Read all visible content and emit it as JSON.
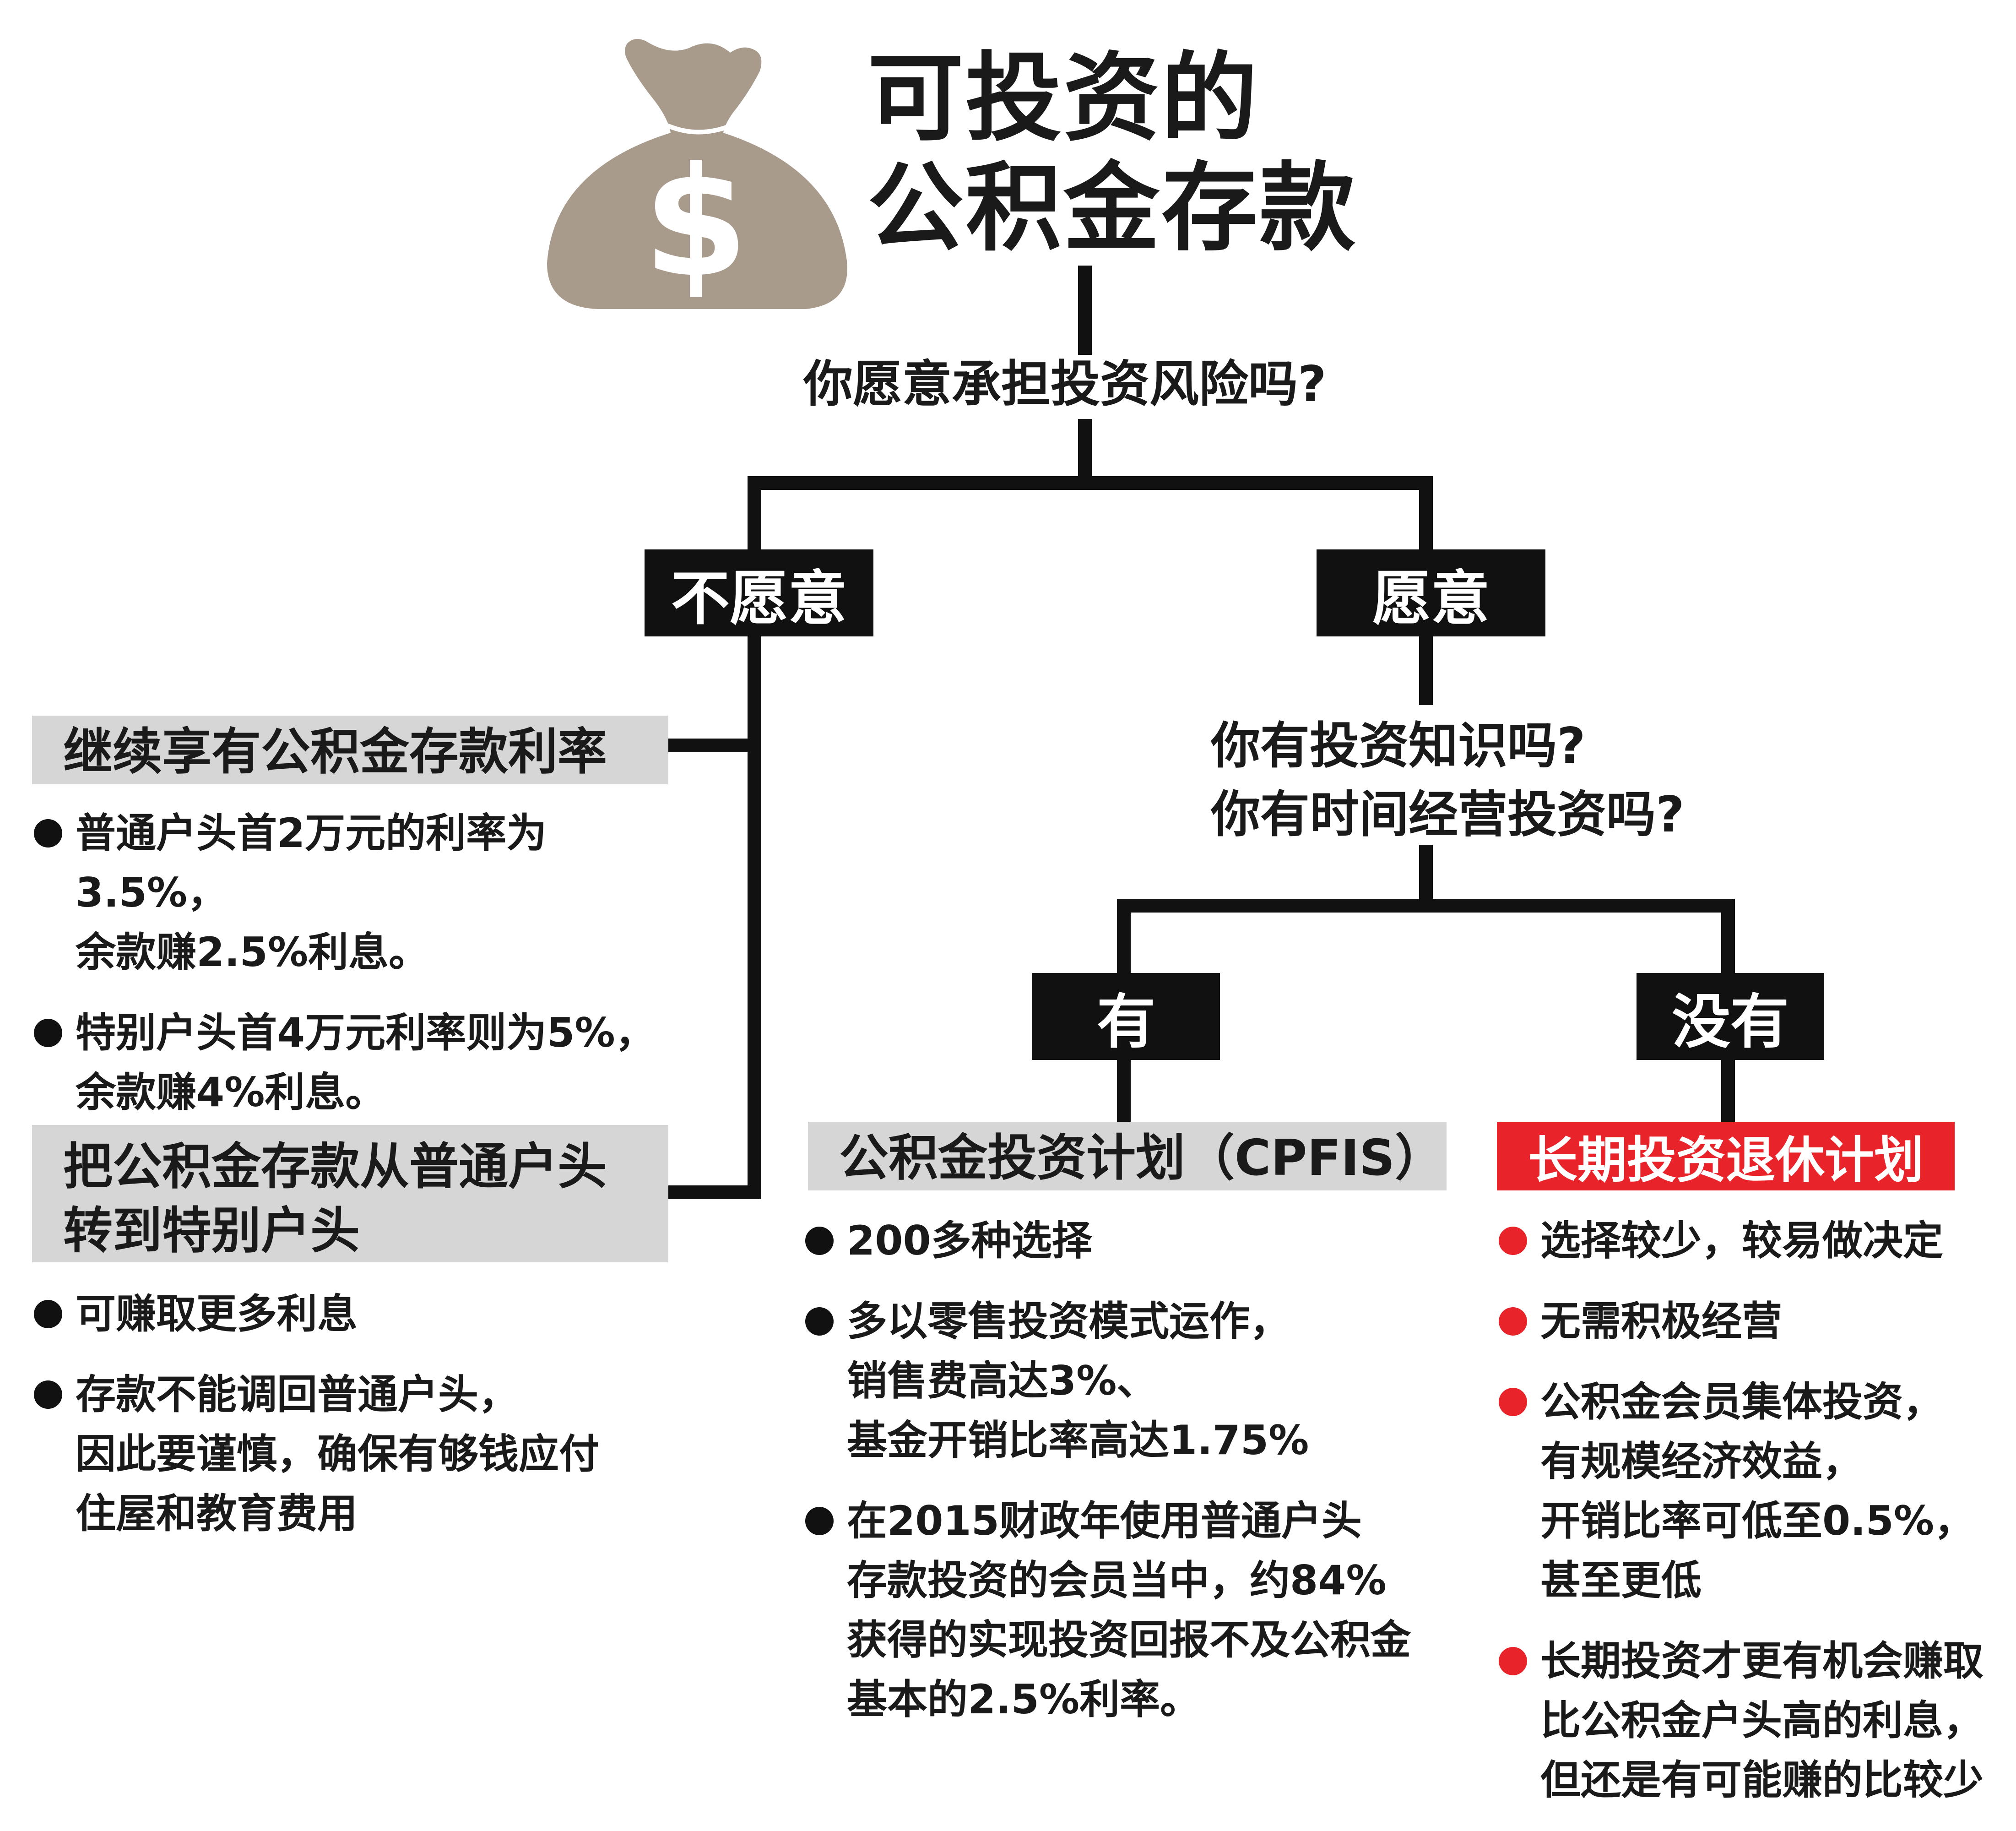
{
  "colors": {
    "bag": "#a89b8b",
    "accent_red": "#e8232a",
    "label_gray": "#d6d6d6",
    "line": "#111111"
  },
  "icons": {
    "header": "money-bag-dollar-icon"
  },
  "title": {
    "line1": "可投资的",
    "line2": "公积金存款"
  },
  "question1": "你愿意承担投资风险吗?",
  "choices": {
    "unwilling": "不愿意",
    "willing": "愿意"
  },
  "question2": {
    "line1": "你有投资知识吗?",
    "line2": "你有时间经营投资吗?"
  },
  "sub_choices": {
    "yes": "有",
    "no": "没有"
  },
  "left": {
    "box1": "继续享有公积金存款利率",
    "box1_bullets": [
      "普通户头首2万元的利率为3.5%，\n余款赚2.5%利息。",
      "特别户头首4万元利率则为5%，\n余款赚4%利息。"
    ],
    "box2_line1": "把公积金存款从普通户头",
    "box2_line2": "转到特别户头",
    "box2_bullets": [
      "可赚取更多利息",
      "存款不能调回普通户头，\n因此要谨慎，确保有够钱应付\n住屋和教育费用"
    ]
  },
  "middle": {
    "box": "公积金投资计划（CPFIS）",
    "bullets": [
      "200多种选择",
      "多以零售投资模式运作，\n销售费高达3%、\n基金开销比率高达1.75%",
      "在2015财政年使用普通户头\n存款投资的会员当中，约84%\n获得的实现投资回报不及公积金\n基本的2.5%利率。"
    ]
  },
  "right": {
    "box": "长期投资退休计划",
    "bullets": [
      "选择较少，较易做决定",
      "无需积极经营",
      "公积金会员集体投资，\n有规模经济效益，\n开销比率可低至0.5%，\n甚至更低",
      "长期投资才更有机会赚取\n比公积金户头高的利息，\n但还是有可能赚的比较少"
    ]
  }
}
